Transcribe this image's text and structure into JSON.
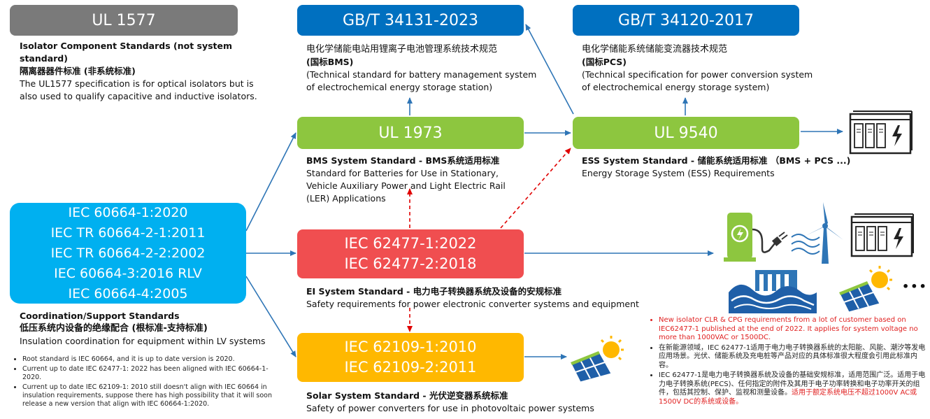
{
  "colors": {
    "grey": "#7a7a7a",
    "blue": "#0070c0",
    "green": "#8dc63f",
    "cyan": "#00b0f0",
    "red": "#f04e50",
    "orange": "#ffb800",
    "arrow_blue": "#2e75b6",
    "arrow_red": "#e00000"
  },
  "ul1577": {
    "title": "UL 1577",
    "heading_en": "Isolator Component Standards (not system standard)",
    "heading_cn": "隔离器器件标准 (非系统标准)",
    "desc": "The UL1577 specification is for optical isolators but is also used to qualify capacitive and inductive isolators."
  },
  "gb34131": {
    "title": "GB/T 34131-2023",
    "cn": "电化学储能电站用锂离子电池管理系统技术规范",
    "cn_short": "(国标BMS)",
    "en": "(Technical standard for battery management system of electrochemical energy storage station)"
  },
  "gb34120": {
    "title": "GB/T 34120-2017",
    "cn": "电化学储能系统储能变流器技术规范",
    "cn_short": "(国标PCS)",
    "en": "(Technical specification for power conversion system of electrochemical energy storage system)"
  },
  "ul1973": {
    "title": "UL 1973",
    "heading_en": "BMS System Standard - ",
    "heading_cn": "BMS系统适用标准",
    "desc": "Standard for Batteries for Use in Stationary, Vehicle Auxiliary Power and Light Electric Rail (LER) Applications"
  },
  "ul9540": {
    "title": "UL 9540",
    "heading_en": "ESS System Standard - ",
    "heading_cn": "储能系统适用标准",
    "heading_tail": " （BMS + PCS ...)",
    "desc": "Energy Storage System (ESS) Requirements"
  },
  "iec60664": {
    "lines": [
      "IEC 60664-1:2020",
      "IEC TR 60664-2-1:2011",
      "IEC TR 60664-2-2:2002",
      "IEC 60664-3:2016 RLV",
      "IEC 60664-4:2005"
    ],
    "heading_en": "Coordination/Support Standards",
    "heading_cn": "低压系统内设备的绝缘配合 (根标准-支持标准)",
    "desc": "Insulation coordination for equipment within LV systems",
    "notes": [
      "Root standard is IEC 60664, and it is up to date version is 2020.",
      "Current up to date IEC 62477-1: 2022 has been aligned with IEC 60664-1-2020.",
      "Current up to date IEC 62109-1: 2010 still doesn't align with IEC 60664 in insulation requirements, suppose there has high possibility that it will soon release a new version that align with IEC 60664-1:2020."
    ]
  },
  "iec62477": {
    "lines": [
      "IEC 62477-1:2022",
      "IEC 62477-2:2018"
    ],
    "heading_en": "EI System Standard - ",
    "heading_cn": "电力电子转换器系统及设备的安规标准",
    "desc": "Safety requirements for power electronic converter systems and equipment"
  },
  "iec62109": {
    "lines": [
      "IEC 62109-1:2010",
      "IEC 62109-2:2011"
    ],
    "heading_en": "Solar System Standard - ",
    "heading_cn": "光伏逆变器系统标准",
    "desc": "Safety of power converters for use in photovoltaic power systems"
  },
  "right_notes": {
    "note1": "New isolator CLR & CPG requirements from a lot of customer based on IEC62477-1 published at the end of 2022. It applies for system voltage no more than 1000VAC or 1500DC.",
    "note2": "在新能源领域，IEC 62477-1适用于电力电子转换器系统的太阳能、风能、潮汐等发电应用场景。光伏、储能系统及充电桩等产品对应的具体标准很大程度会引用此标准内容。",
    "note3_black": "IEC 62477-1是电力电子转换器系统及设备的基础安规标准，适用范围广泛。适用于电力电子转换系统(PECS)、任何指定的附件及其用于电子功率转换和电子功率开关的组件，包括其控制、保护、监视和测量设备。",
    "note3_red": "适用于额定系统电压不超过1000V AC或1500V DC的系统或设备。"
  },
  "ellipsis": "•••",
  "icons": [
    "ess-cabinet-icon",
    "ev-charger-icon",
    "wind-turbine-icon",
    "tidal-wave-icon",
    "solar-panel-icon"
  ]
}
